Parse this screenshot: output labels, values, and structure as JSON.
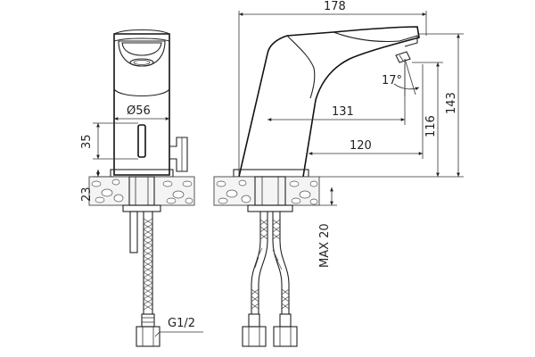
{
  "drawing": {
    "dimensions": {
      "total_length": "178",
      "height_total": "143",
      "height_spout": "116",
      "reach_131": "131",
      "reach_120": "120",
      "diameter": "Ø56",
      "sensor_height": "35",
      "counter_thickness": "23",
      "max_counter": "MAX 20",
      "angle": "17°",
      "thread": "G1/2"
    }
  }
}
